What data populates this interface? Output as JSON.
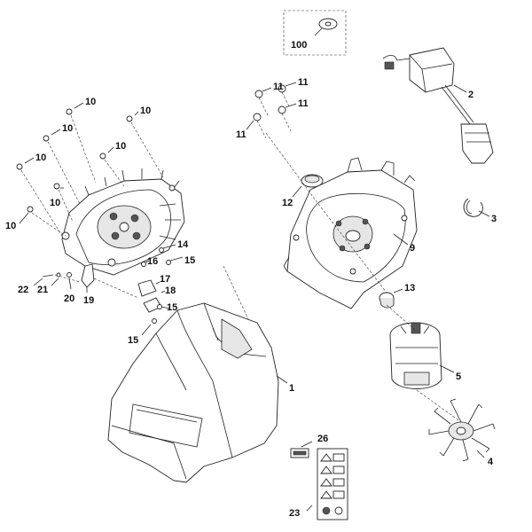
{
  "callouts": {
    "c100": "100",
    "c2": "2",
    "c3": "3",
    "c9": "9",
    "c12": "12",
    "c13": "13",
    "c5": "5",
    "c4": "4",
    "c1": "1",
    "c26": "26",
    "c23": "23",
    "c11a": "11",
    "c11b": "11",
    "c11c": "11",
    "c11d": "11",
    "c10a": "10",
    "c10b": "10",
    "c10c": "10",
    "c10d": "10",
    "c10e": "10",
    "c10f": "10",
    "c10g": "10",
    "c14": "14",
    "c15a": "15",
    "c15b": "15",
    "c15c": "15",
    "c16": "16",
    "c17": "17",
    "c18": "18",
    "c19": "19",
    "c20": "20",
    "c21": "21",
    "c22": "22"
  }
}
